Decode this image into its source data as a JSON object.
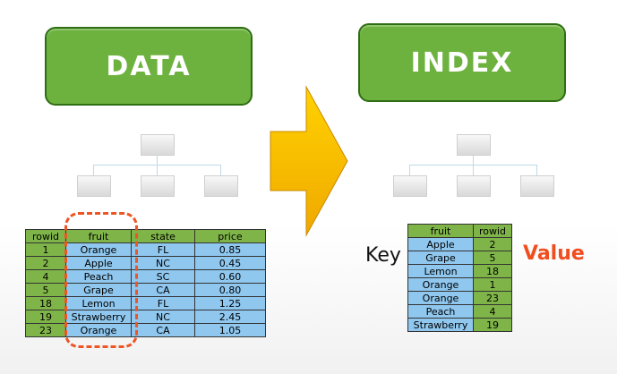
{
  "data_title": "DATA",
  "index_title": "INDEX",
  "key_label": "Key",
  "value_label": "Value",
  "data_table": {
    "headers": [
      "rowid",
      "fruit",
      "state",
      "price"
    ],
    "rows": [
      [
        "1",
        "Orange",
        "FL",
        "0.85"
      ],
      [
        "2",
        "Apple",
        "NC",
        "0.45"
      ],
      [
        "4",
        "Peach",
        "SC",
        "0.60"
      ],
      [
        "5",
        "Grape",
        "CA",
        "0.80"
      ],
      [
        "18",
        "Lemon",
        "FL",
        "1.25"
      ],
      [
        "19",
        "Strawberry",
        "NC",
        "2.45"
      ],
      [
        "23",
        "Orange",
        "CA",
        "1.05"
      ]
    ]
  },
  "index_table": {
    "headers": [
      "fruit",
      "rowid"
    ],
    "rows": [
      [
        "Apple",
        "2"
      ],
      [
        "Grape",
        "5"
      ],
      [
        "Lemon",
        "18"
      ],
      [
        "Orange",
        "1"
      ],
      [
        "Orange",
        "23"
      ],
      [
        "Peach",
        "4"
      ],
      [
        "Strawberry",
        "19"
      ]
    ]
  },
  "colors": {
    "title_green": "#6db23f",
    "header_green": "#7fb548",
    "cell_blue": "#8fc7ef",
    "arrow_yellow": "#f7c200",
    "highlight_orange": "#ee5525",
    "value_orange": "#f04e1f"
  }
}
